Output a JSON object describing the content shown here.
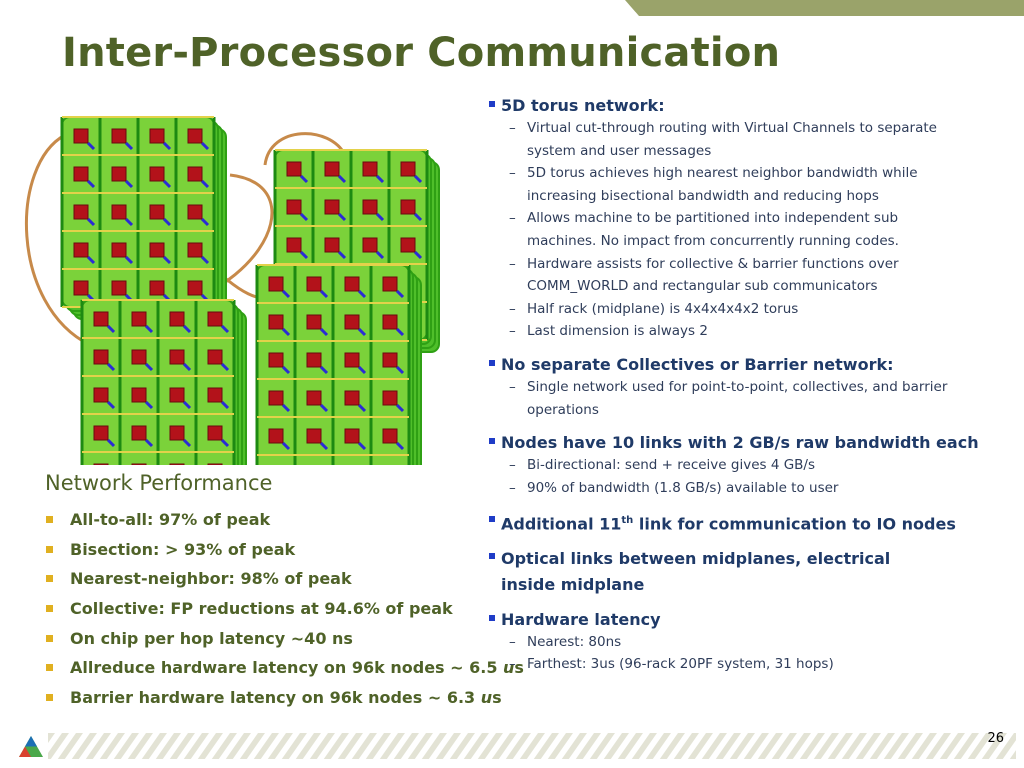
{
  "title": "Inter-Processor Communication",
  "network_performance": {
    "heading": "Network Performance",
    "items": [
      {
        "text": "All-to-all: 97% of peak"
      },
      {
        "text": "Bisection: > 93% of peak"
      },
      {
        "text": "Nearest-neighbor: 98% of peak"
      },
      {
        "text": "Collective: FP reductions at 94.6% of peak"
      },
      {
        "text": "On chip per hop latency  ~40 ns"
      },
      {
        "text": "Allreduce hardware latency on 96k nodes ~ 6.5 ",
        "unit_italic": "u",
        "unit_rest": "s"
      },
      {
        "text": "Barrier hardware latency on 96k nodes ~ 6.3 ",
        "unit_italic": "u",
        "unit_rest": "s"
      }
    ]
  },
  "features": {
    "torus": {
      "title": "5D torus network:",
      "items": [
        "Virtual cut-through routing with Virtual Channels to separate system and user messages",
        "5D torus achieves high nearest neighbor bandwidth while increasing bisectional bandwidth and reducing hops",
        "Allows machine to be partitioned into independent sub machines. No impact from concurrently running codes.",
        "Hardware assists for collective & barrier functions over COMM_WORLD and rectangular sub communicators",
        "Half rack (midplane) is 4x4x4x4x2 torus",
        "Last dimension is always 2"
      ]
    },
    "no_separate": {
      "title": "No separate Collectives or Barrier network:",
      "items": [
        "Single network used for point-to-point, collectives, and barrier operations"
      ]
    },
    "links": {
      "title": "Nodes have 10 links with 2 GB/s raw bandwidth each",
      "items": [
        "Bi-directional: send + receive gives 4 GB/s",
        "90% of bandwidth (1.8 GB/s) available to user"
      ]
    },
    "additional": {
      "title_pre": "Additional 11",
      "title_sup": "th",
      "title_post": " link for communication to IO nodes"
    },
    "optical": {
      "title": "Optical links between midplanes, electrical inside midplane"
    },
    "latency": {
      "title": "Hardware latency",
      "items": [
        "Nearest:  80ns",
        "Farthest:  3us (96-rack 20PF system, 31 hops)"
      ]
    }
  },
  "page_number": "26",
  "colors": {
    "title": "#4f6228",
    "section_title": "#1f3a68",
    "bullet_blue": "#1f3cc7",
    "bullet_gold": "#e0b020",
    "band": "#9aa36a"
  }
}
